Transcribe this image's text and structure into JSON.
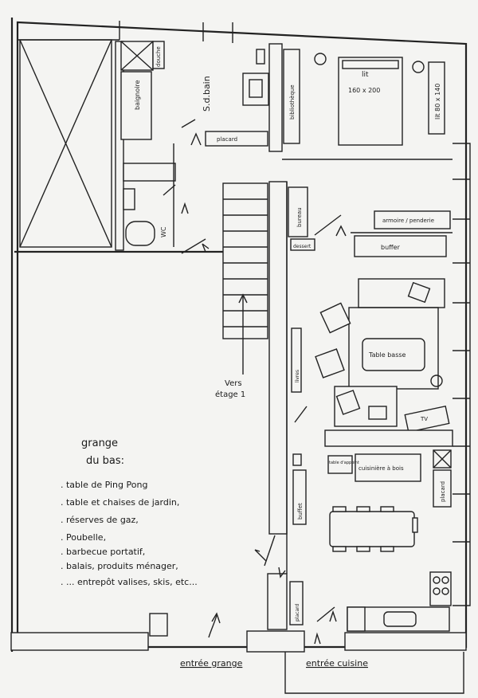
{
  "plan": {
    "bath_room": "S.d.bain",
    "bathtub": "baignoire",
    "shower": "douche",
    "wc": "WC",
    "closet_bath": "placard",
    "bookshelf": "bibliothèque",
    "bed_main": "lit",
    "bed_main_size": "160 x 200",
    "bed_small": "lit 80 x 140",
    "wardrobe": "armoire / penderie",
    "buffet_top": "buffer",
    "desk": "bureau",
    "dresser": "dessert",
    "stairs_label_1": "Vers",
    "stairs_label_2": "étage 1",
    "coffee_table": "Table basse",
    "tv": "TV",
    "shelf_mid": "livres",
    "side_table": "table d'appoint",
    "wood_stove": "cuisinière à bois",
    "closet_right": "placard",
    "buffet_left": "buffet",
    "closet_entry": "placard",
    "entry_barn": "entrée grange",
    "entry_kitchen": "entrée cuisine"
  },
  "notes": {
    "title_1": "grange",
    "title_2": "du bas:",
    "items": [
      ". table de Ping Pong",
      ". table et chaises de jardin,",
      ". réserves de gaz,",
      ". Poubelle,",
      ". barbecue portatif,",
      ". balais, produits ménager,",
      ". ... entrepôt valises, skis, etc..."
    ]
  }
}
